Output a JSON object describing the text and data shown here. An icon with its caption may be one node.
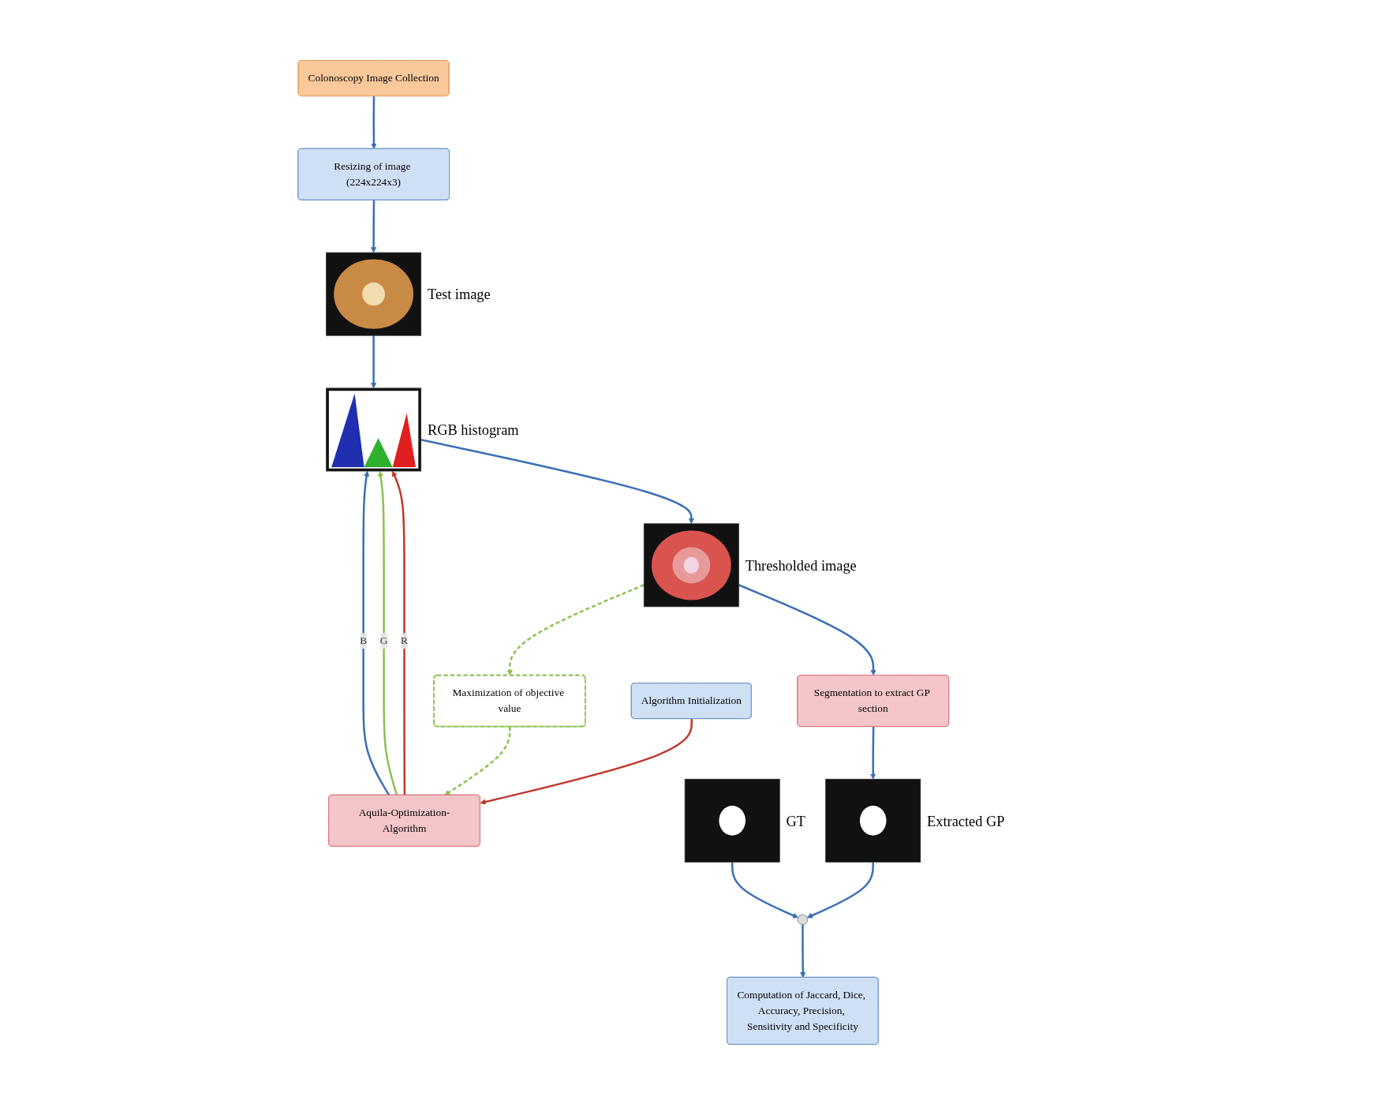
{
  "diagram": {
    "nodes": [
      {
        "text": [
          "Colonoscopy Image Collection"
        ]
      },
      {
        "text": [
          "Resizing of image (224x224x3)"
        ]
      },
      {
        "text": [],
        "shape": "picture",
        "beside": [
          "Test image"
        ]
      },
      {
        "text": [
          "Algorithm Initialization"
        ]
      },
      {
        "text": [
          "Aquila-Optimization-Algorithm"
        ]
      },
      {
        "text": [
          "Maximization of objective value"
        ]
      },
      {
        "text": [],
        "shape": "picture",
        "beside": [
          "RGB histogram"
        ]
      },
      {
        "text": [],
        "shape": "picture",
        "beside": [
          "Thresholded image"
        ]
      },
      {
        "text": [
          "Segmentation to extract GP section"
        ]
      },
      {
        "text": [],
        "shape": "picture",
        "beside": [
          "Extracted GP"
        ]
      },
      {
        "text": [],
        "shape": "picture",
        "beside": [
          "GT"
        ]
      },
      {
        "text": [],
        "shape": "circle"
      },
      {
        "text": [
          "Computation of Jaccard, Dice, Accuracy, Precision, Sensitivity and Specificity"
        ]
      }
    ],
    "edges": [
      {
        "from": 0,
        "to": 1,
        "arrow": "to"
      },
      {
        "from": 1,
        "to": 2,
        "arrow": "to"
      },
      {
        "from": 3,
        "to": 4,
        "arrow": "to",
        "color": "#c0392b"
      },
      {
        "from": 4,
        "to": 6,
        "arrow": "to",
        "label": "R",
        "color": "#c0392b"
      },
      {
        "from": 4,
        "to": 6,
        "arrow": "to",
        "label": "G",
        "color": "#8cc152"
      },
      {
        "from": 4,
        "to": 6,
        "arrow": "to",
        "label": "B"
      },
      {
        "from": 5,
        "to": 4,
        "arrow": "to",
        "style": "dashed",
        "color": "#8cc152"
      },
      {
        "from": 2,
        "to": 6,
        "arrow": "to"
      },
      {
        "from": 6,
        "to": 7,
        "arrow": "to"
      },
      {
        "from": 7,
        "to": 5,
        "arrow": "to",
        "style": "dashed",
        "color": "#8cc152"
      },
      {
        "from": 7,
        "to": 8,
        "arrow": "to"
      },
      {
        "from": 8,
        "to": 9,
        "arrow": "to"
      },
      {
        "from": 9,
        "to": 11,
        "arrow": "to"
      },
      {
        "from": 10,
        "to": 11,
        "arrow": "to"
      },
      {
        "from": 11,
        "to": 12,
        "arrow": "to"
      }
    ]
  }
}
